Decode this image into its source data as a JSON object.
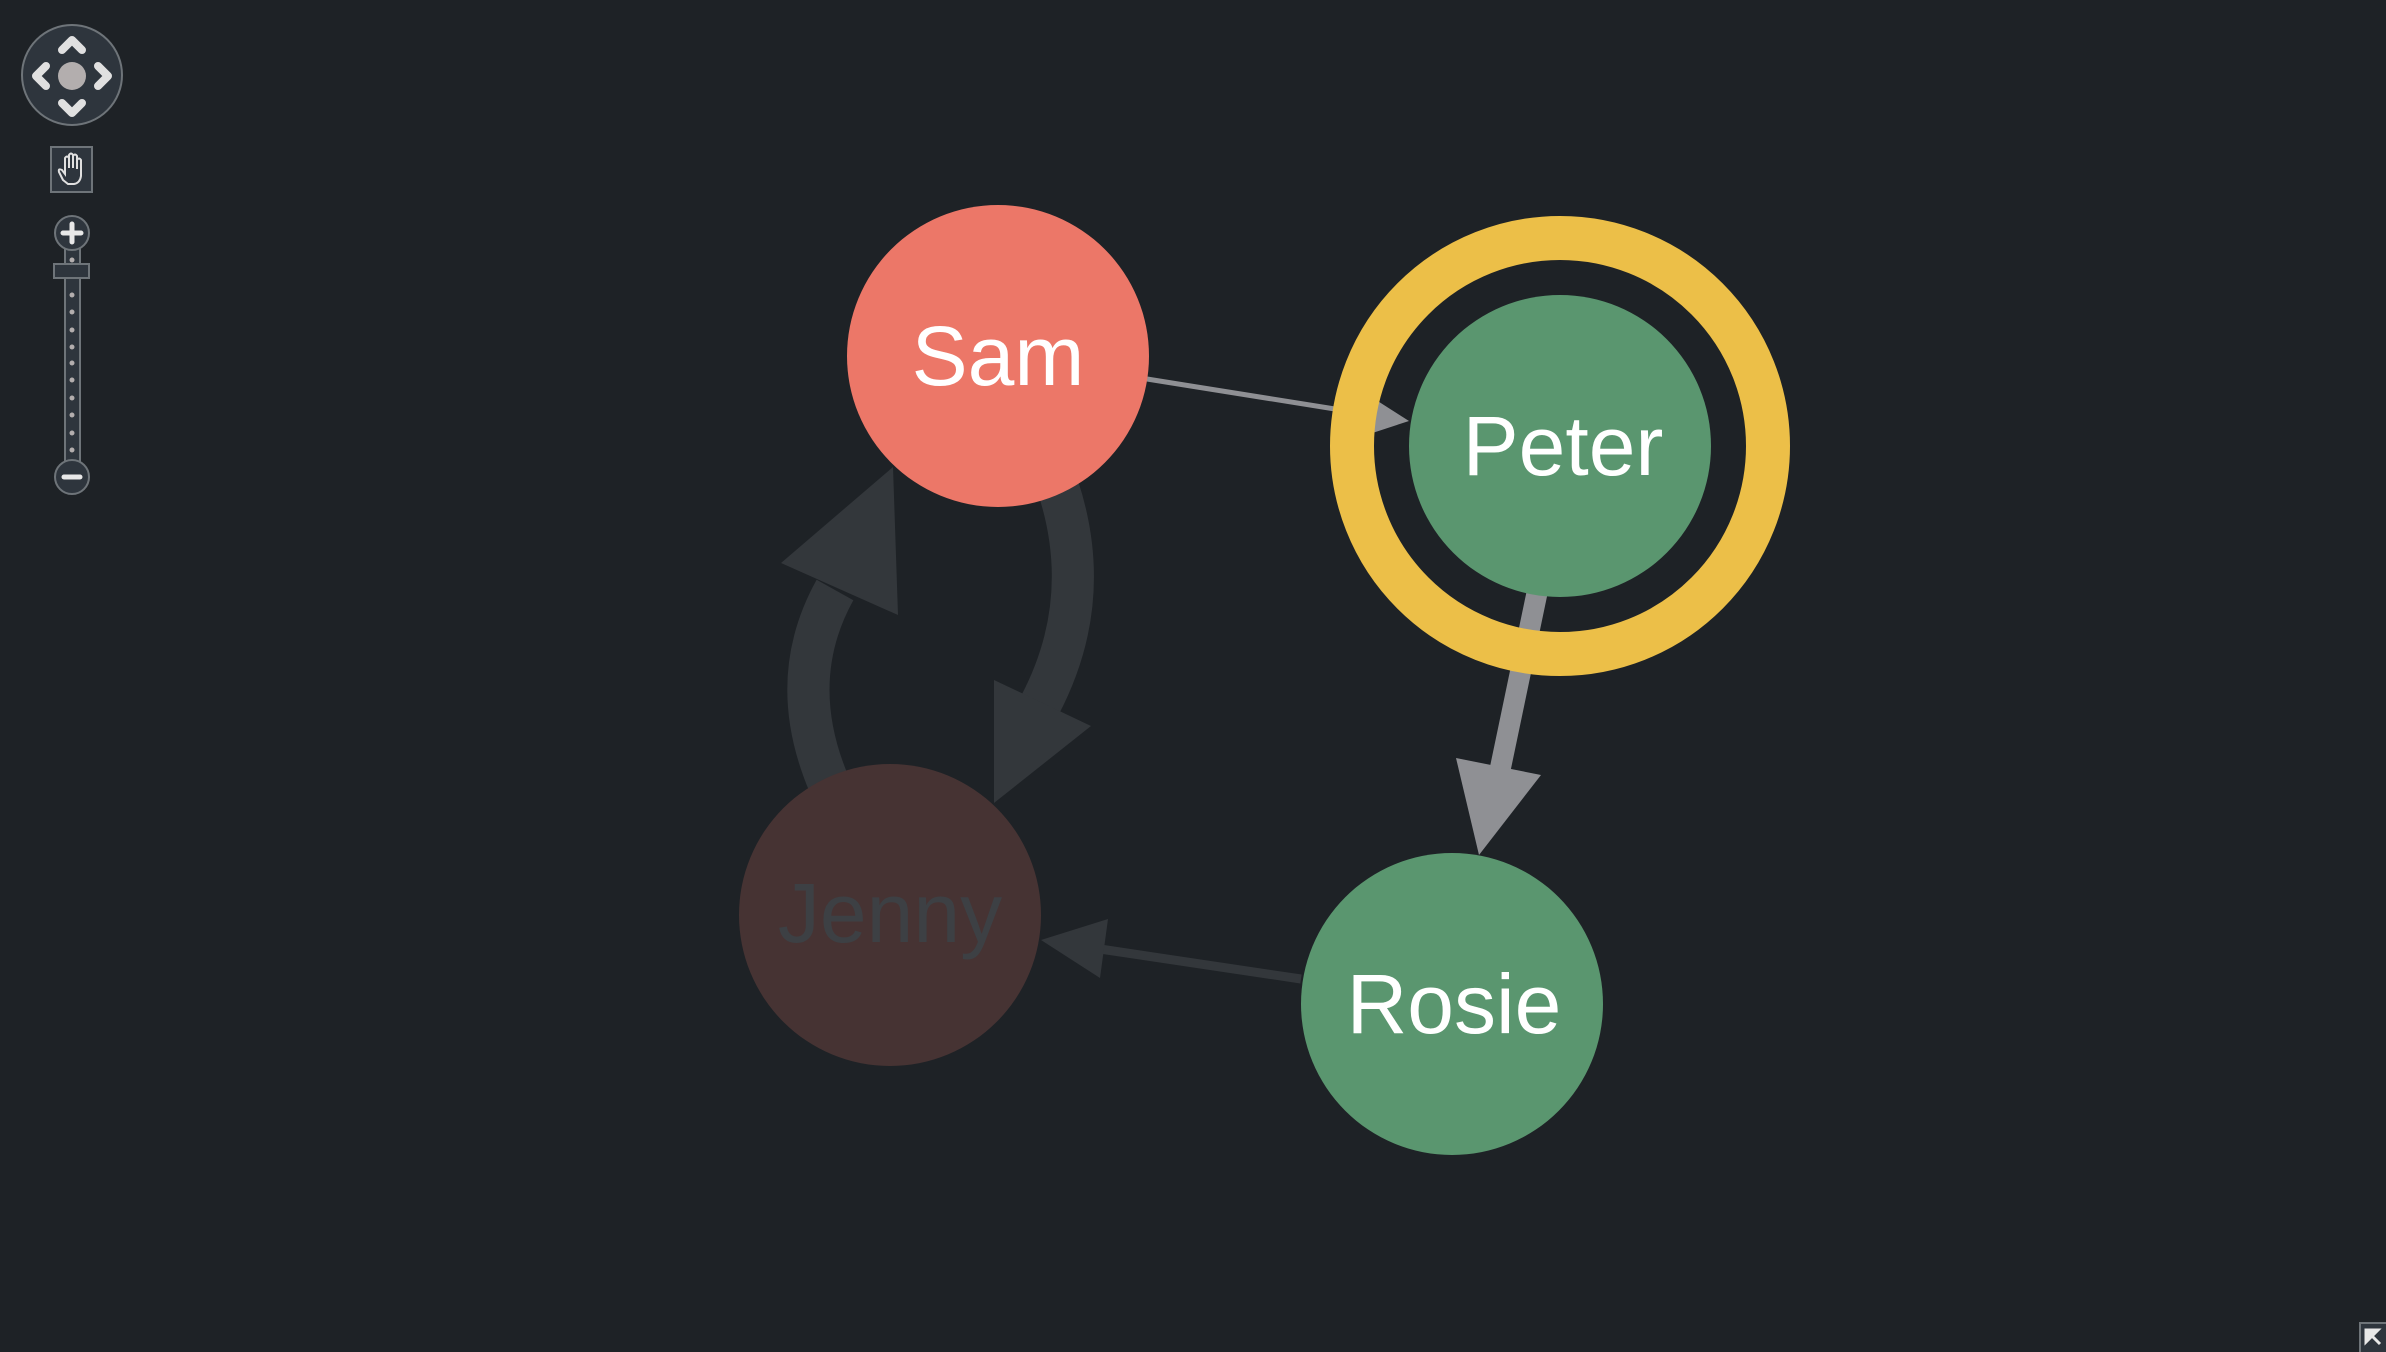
{
  "colors": {
    "background": "#1e2226",
    "sam": "#ec7768",
    "green": "#5a966f",
    "jenny": "#463333",
    "highlight": "#ecbf48",
    "edge_light": "#8f9094",
    "edge_dark": "#33373b"
  },
  "nodes": {
    "sam": {
      "label": "Sam"
    },
    "peter": {
      "label": "Peter",
      "selected": true
    },
    "rosie": {
      "label": "Rosie"
    },
    "jenny": {
      "label": "Jenny",
      "faded": true
    }
  },
  "edges": [
    {
      "from": "Sam",
      "to": "Peter"
    },
    {
      "from": "Peter",
      "to": "Rosie"
    },
    {
      "from": "Rosie",
      "to": "Jenny"
    },
    {
      "from": "Sam",
      "to": "Jenny"
    },
    {
      "from": "Jenny",
      "to": "Sam"
    }
  ],
  "controls": {
    "pan": "pan-control",
    "hand_mode": "hand-icon",
    "zoom_in": "plus-icon",
    "zoom_out": "minus-icon",
    "overview": "arrow-up-left-icon"
  }
}
